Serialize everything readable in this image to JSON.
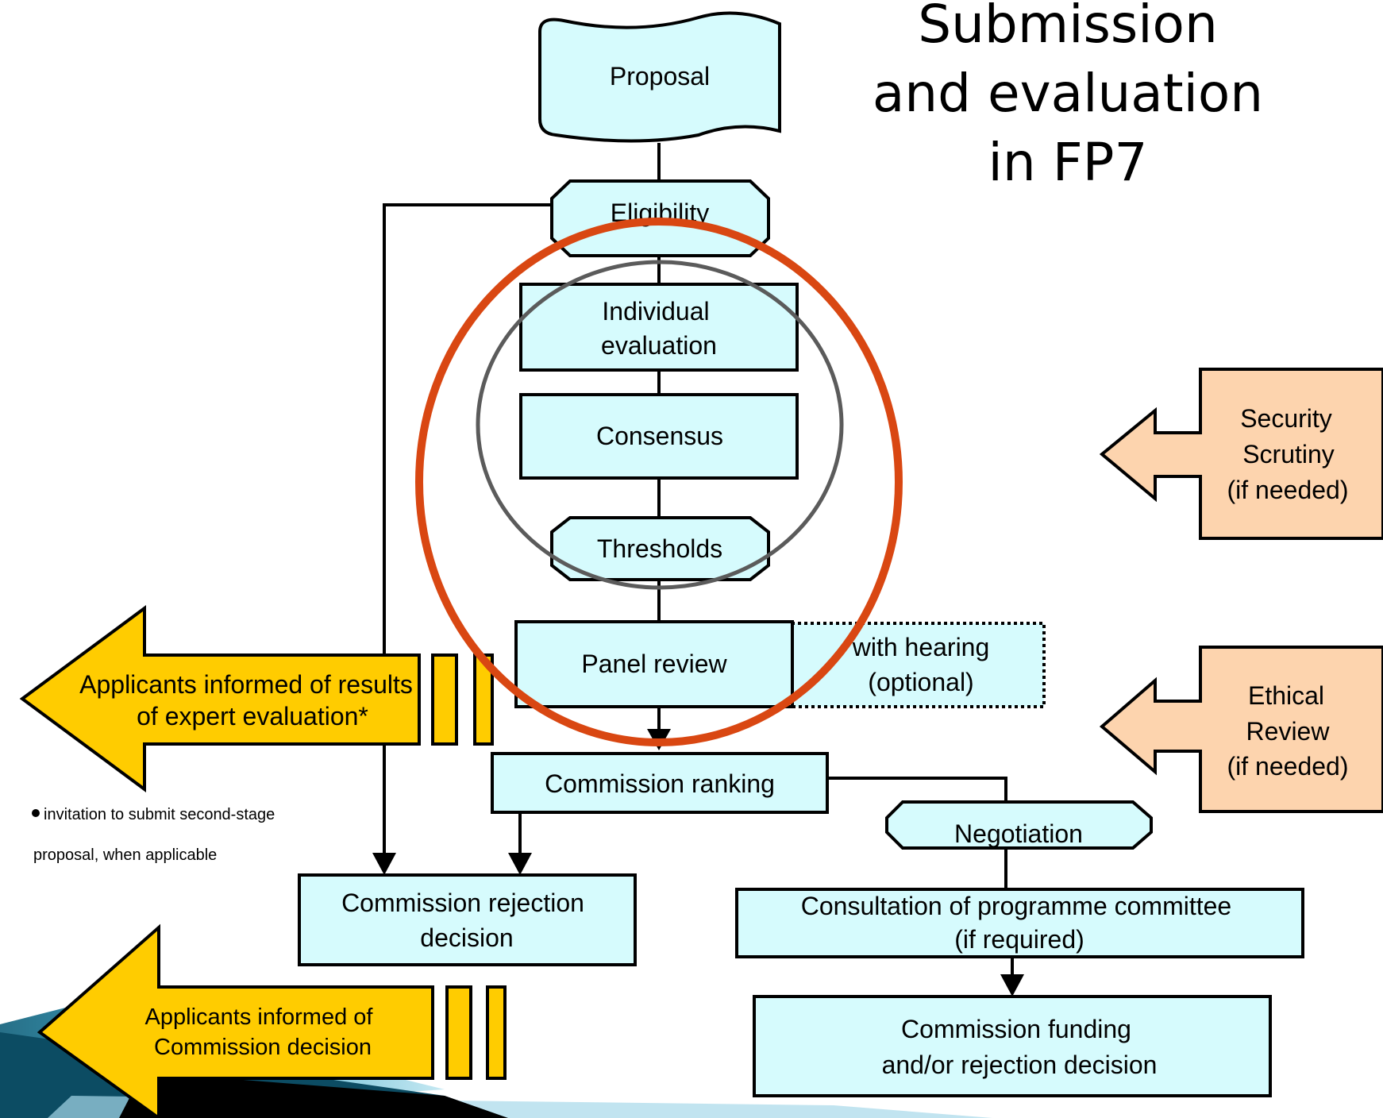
{
  "title": [
    "Submission",
    "and evaluation",
    "in FP7"
  ],
  "colors": {
    "box_fill": "#d6fbfd",
    "arrow_fill": "#ffcc00",
    "side_fill": "#fdd4ae",
    "red_circle": "#d94712",
    "grey_circle": "#5b5b5b"
  },
  "nodes": {
    "proposal": "Proposal",
    "eligibility": "Eligibility",
    "individual": [
      "Individual",
      "evaluation"
    ],
    "consensus": "Consensus",
    "thresholds": "Thresholds",
    "panel_review": "Panel review",
    "hearing": [
      "with hearing",
      "(optional)"
    ],
    "commission_ranking": "Commission ranking",
    "negotiation": "Negotiation",
    "rejection": [
      "Commission rejection",
      "decision"
    ],
    "consultation": [
      "Consultation of programme committee",
      "(if required)"
    ],
    "funding": [
      "Commission funding",
      "and/or rejection decision"
    ]
  },
  "side": {
    "security": [
      "Security",
      "Scrutiny",
      "(if needed)"
    ],
    "ethical": [
      "Ethical",
      "Review",
      "(if needed)"
    ]
  },
  "arrows": {
    "expert": [
      "Applicants informed of results",
      "of expert evaluation*"
    ],
    "decision": [
      "Applicants informed of",
      "Commission decision"
    ]
  },
  "footnote": [
    "invitation to submit second-stage",
    "proposal, when applicable"
  ]
}
